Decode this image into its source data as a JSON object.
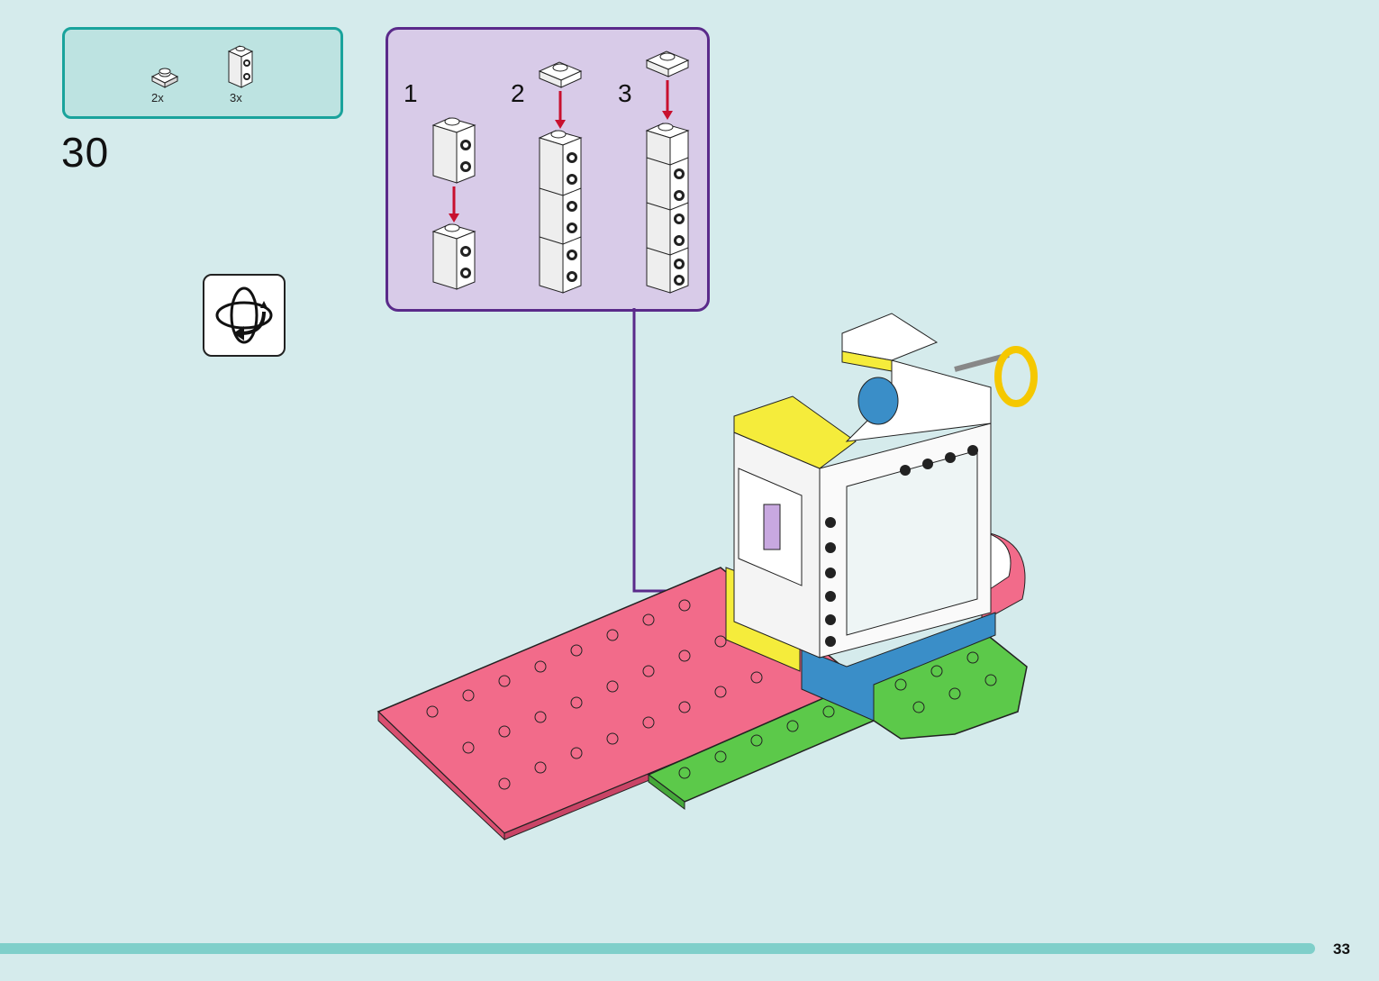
{
  "parts_list": {
    "items": [
      {
        "icon": "plate-1x1-white-icon",
        "count": "2x"
      },
      {
        "icon": "brick-1x1-studs-side-white-icon",
        "count": "3x"
      }
    ]
  },
  "step": {
    "number": "30"
  },
  "rotate": {
    "icon": "rotate-model-icon"
  },
  "sub_assembly": {
    "steps": [
      {
        "label": "1"
      },
      {
        "label": "2"
      },
      {
        "label": "3"
      }
    ]
  },
  "colors": {
    "background": "#d5ebec",
    "parts_box_border": "#1aa39c",
    "sub_box_bg": "#d8cbe8",
    "sub_box_border": "#5a2a8a",
    "arrow_red": "#c8102e",
    "pink": "#f26b8a",
    "green": "#5cc94a",
    "yellow": "#f5ec3b",
    "blue": "#3a8ec8"
  },
  "footer": {
    "page_number": "33"
  }
}
